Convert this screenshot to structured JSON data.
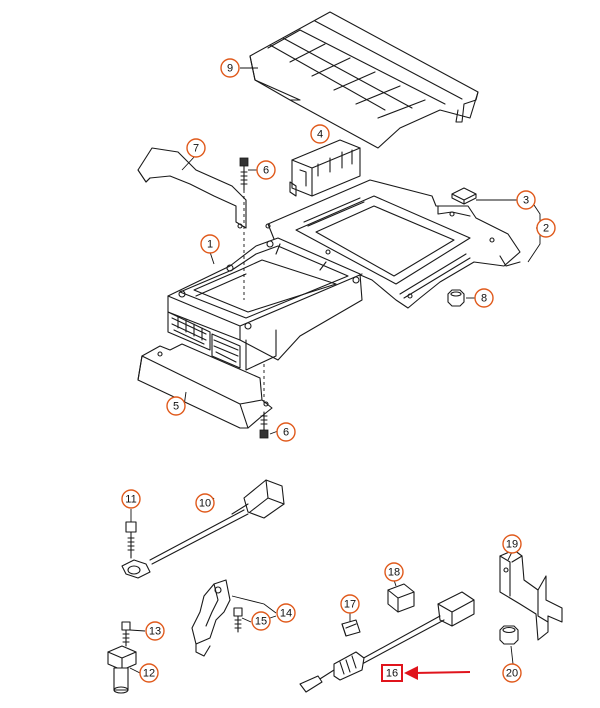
{
  "callouts": [
    {
      "id": "9",
      "label": "9"
    },
    {
      "id": "4",
      "label": "4"
    },
    {
      "id": "7",
      "label": "7"
    },
    {
      "id": "6a",
      "label": "6"
    },
    {
      "id": "3",
      "label": "3"
    },
    {
      "id": "2",
      "label": "2"
    },
    {
      "id": "1",
      "label": "1"
    },
    {
      "id": "8",
      "label": "8"
    },
    {
      "id": "5",
      "label": "5"
    },
    {
      "id": "6b",
      "label": "6"
    },
    {
      "id": "11",
      "label": "11"
    },
    {
      "id": "10",
      "label": "10"
    },
    {
      "id": "19",
      "label": "19"
    },
    {
      "id": "18",
      "label": "18"
    },
    {
      "id": "14",
      "label": "14"
    },
    {
      "id": "17",
      "label": "17"
    },
    {
      "id": "13",
      "label": "13"
    },
    {
      "id": "15",
      "label": "15"
    },
    {
      "id": "12",
      "label": "12"
    },
    {
      "id": "16",
      "label": "16"
    },
    {
      "id": "20",
      "label": "20"
    }
  ],
  "highlight": {
    "label": "16",
    "color": "#e0141c"
  },
  "colors": {
    "callout_ring": "#e05a1c",
    "line": "#1a1a1a",
    "highlight": "#e0141c"
  }
}
